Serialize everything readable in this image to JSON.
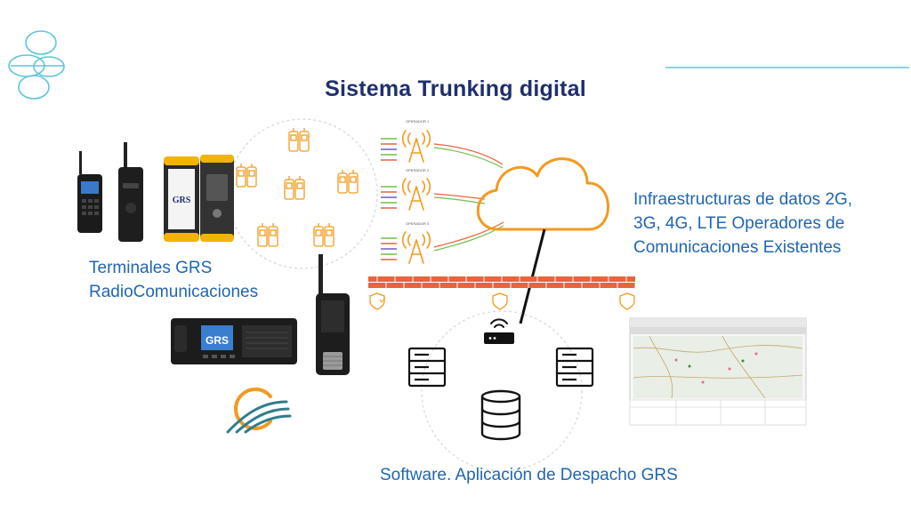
{
  "title": "Sistema Trunking digital",
  "labels": {
    "terminals": [
      "Terminales GRS",
      "RadioComunicaciones"
    ],
    "infrastructure": [
      "Infraestructuras de datos 2G,",
      "3G, 4G, LTE Operadores de",
      "Comunicaciones Existentes"
    ],
    "software": "Software. Aplicación de Despacho GRS"
  },
  "operators": [
    "OPERADOR 1",
    "OPERADOR 2",
    "OPERADOR 3"
  ],
  "device_brand": "GRS",
  "colors": {
    "title": "#1f2f6e",
    "label": "#1f66b0",
    "accent_orange": "#f39a1e",
    "firewall": "#e8643c",
    "logo_teal": "#5ec6d6"
  },
  "icons": [
    "logo-circles-icon",
    "radio-icon",
    "tower-icon",
    "cloud-icon",
    "firewall-icon",
    "shield-icon",
    "wifi-router-icon",
    "server-icon",
    "database-icon",
    "grs-logo-icon"
  ]
}
